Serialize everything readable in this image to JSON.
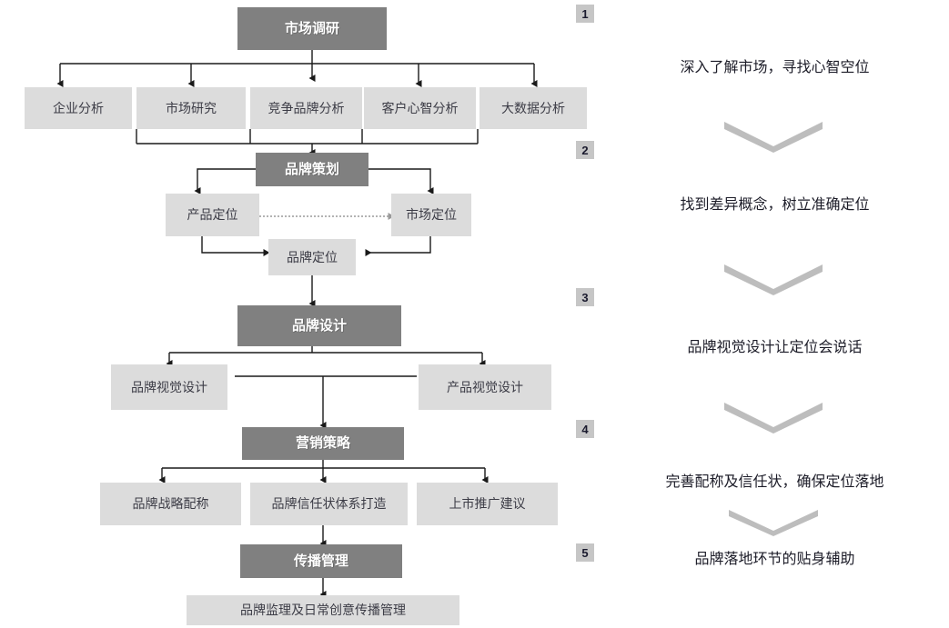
{
  "flow": {
    "stages": [
      {
        "step": "1",
        "header": "市场调研",
        "children": [
          "企业分析",
          "市场研究",
          "竞争品牌分析",
          "客户心智分析",
          "大数据分析"
        ]
      },
      {
        "step": "2",
        "header": "品牌策划",
        "children": [
          "产品定位",
          "市场定位",
          "品牌定位"
        ]
      },
      {
        "step": "3",
        "header": "品牌设计",
        "children": [
          "品牌视觉设计",
          "产品视觉设计"
        ]
      },
      {
        "step": "4",
        "header": "营销策略",
        "children": [
          "品牌战略配称",
          "品牌信任状体系打造",
          "上市推广建议"
        ]
      },
      {
        "step": "5",
        "header": "传播管理",
        "children": [
          "品牌监理及日常创意传播管理"
        ]
      }
    ]
  },
  "annotations": [
    "深入了解市场，寻找心智空位",
    "找到差异概念，树立准确定位",
    "品牌视觉设计让定位会说话",
    "完善配称及信任状，确保定位落地",
    "品牌落地环节的贴身辅助"
  ],
  "chevron_icon": "chevron-down-icon",
  "colors": {
    "header_box": "#808080",
    "child_box": "#dcdcdc",
    "badge": "#c6c6c6",
    "line": "#1a1a1a",
    "dotted_line": "#9a9a9a",
    "chevron": "#bdbdbd",
    "header_text": "#ffffff",
    "child_text": "#3c3c46"
  }
}
